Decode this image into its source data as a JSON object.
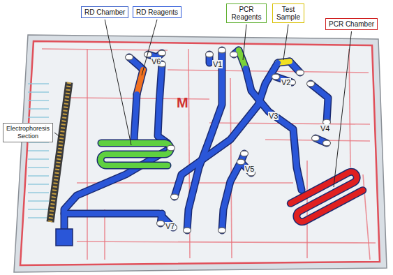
{
  "diagram": {
    "nodes": [
      {
        "text": [
          "RD Chamber"
        ]
      },
      {
        "text": [
          "RD Reagents"
        ]
      },
      {
        "text": [
          "PCR Reagents"
        ]
      },
      {
        "text": [
          "Test Sample"
        ]
      },
      {
        "text": [
          "PCR Chamber"
        ]
      },
      {
        "text": [
          "Electrophoresis Section"
        ]
      }
    ],
    "labels": [
      "V6",
      "V1",
      "V2",
      "V3",
      "V4",
      "V5",
      "V7",
      "M"
    ]
  }
}
